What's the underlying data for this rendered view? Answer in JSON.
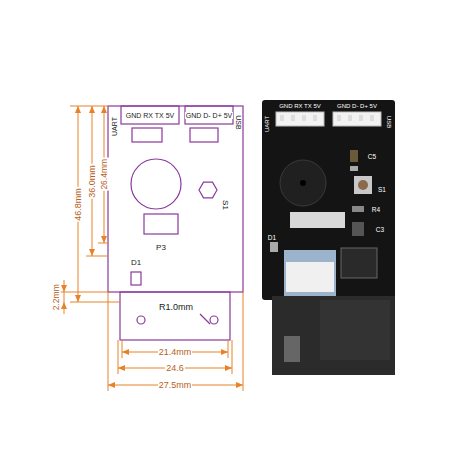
{
  "diagram": {
    "labels": [
      "UART",
      "GND RX TX 5V",
      "GND D- D+ 5V",
      "USB",
      "S1",
      "P3",
      "D1",
      "R1.0mm",
      "46.8mm",
      "36.0mm",
      "26.4mm",
      "2.2mm",
      "21.4mm",
      "24.6",
      "27.5mm",
      "UART",
      "GND RX TX 5V",
      "GND D- D+ 5V",
      "USB",
      "C5",
      "S1",
      "R4",
      "C3",
      "D1"
    ]
  }
}
